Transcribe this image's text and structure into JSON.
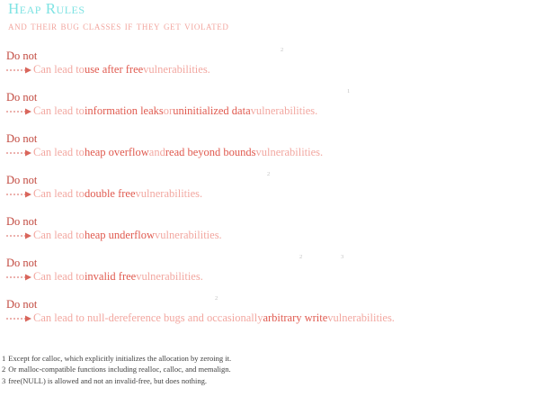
{
  "header": {
    "title": "Heap Rules",
    "subtitle": "and their bug classes if they get violated"
  },
  "rules": [
    {
      "head": "Do not",
      "sup": "2",
      "prefix": "Can lead to ",
      "em1": "use after free",
      "mid": "",
      "em2": "",
      "suffix": " vulnerabilities."
    },
    {
      "head": "Do not",
      "sup": "1",
      "prefix": "Can lead to ",
      "em1": "information leaks",
      "mid": " or ",
      "em2": "uninitialized data",
      "suffix": " vulnerabilities."
    },
    {
      "head": "Do not",
      "sup": "",
      "prefix": "Can lead to ",
      "em1": "heap overflow",
      "mid": " and ",
      "em2": "read beyond bounds",
      "suffix": " vulnerabilities."
    },
    {
      "head": "Do not",
      "sup": "2",
      "prefix": "Can lead to ",
      "em1": "double free",
      "mid": "",
      "em2": "",
      "suffix": " vulnerabilities."
    },
    {
      "head": "Do not",
      "sup": "",
      "prefix": "Can lead to ",
      "em1": "heap underflow",
      "mid": "",
      "em2": "",
      "suffix": " vulnerabilities."
    },
    {
      "head": "Do not",
      "sup": "2",
      "sup2": "3",
      "prefix": "Can lead to ",
      "em1": "invalid free",
      "mid": "",
      "em2": "",
      "suffix": " vulnerabilities."
    },
    {
      "head": "Do not",
      "sup": "2",
      "prefix": "Can lead to null-dereference bugs and occasionally ",
      "em1": "arbitrary write",
      "mid": "",
      "em2": "",
      "suffix": " vulnerabilities."
    }
  ],
  "footnotes": [
    {
      "num": "1",
      "text": "Except for calloc, which explicitly initializes the allocation by zeroing it."
    },
    {
      "num": "2",
      "text": "Or malloc-compatible functions including realloc, calloc, and memalign."
    },
    {
      "num": "3",
      "text": "free(NULL) is allowed and not an invalid-free, but does nothing."
    }
  ],
  "colors": {
    "title": "#7fe3e3",
    "subtitle": "#f2a7a0",
    "rule_head": "#c24a40",
    "rule_text": "#f2a7a0",
    "emphasis": "#e05a4f",
    "footnote_text": "#404040"
  },
  "icons": {
    "arrow": "dashed-right-arrow-icon"
  }
}
